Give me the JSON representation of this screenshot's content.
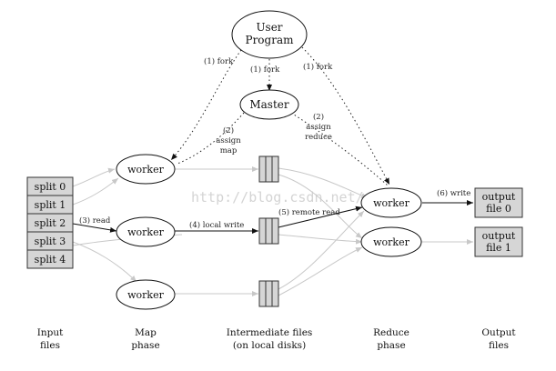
{
  "user_program": {
    "line1": "User",
    "line2": "Program"
  },
  "master": {
    "label": "Master"
  },
  "workers": {
    "map_top": "worker",
    "map_mid": "worker",
    "map_bot": "worker",
    "reduce_top": "worker",
    "reduce_bot": "worker"
  },
  "splits": [
    "split 0",
    "split 1",
    "split 2",
    "split 3",
    "split 4"
  ],
  "outputs": [
    {
      "line1": "output",
      "line2": "file 0"
    },
    {
      "line1": "output",
      "line2": "file 1"
    }
  ],
  "edge_labels": {
    "fork_left": "(1) fork",
    "fork_mid": "(1) fork",
    "fork_right": "(1) fork",
    "assign_map": {
      "l1": "(2)",
      "l2": "assign",
      "l3": "map"
    },
    "assign_reduce": {
      "l1": "(2)",
      "l2": "assign",
      "l3": "reduce"
    },
    "read": "(3) read",
    "local_write": "(4) local write",
    "remote_read": "(5) remote read",
    "write": "(6) write"
  },
  "phases": {
    "input": {
      "l1": "Input",
      "l2": "files"
    },
    "map": {
      "l1": "Map",
      "l2": "phase"
    },
    "intermediate": {
      "l1": "Intermediate files",
      "l2": "(on local disks)"
    },
    "reduce": {
      "l1": "Reduce",
      "l2": "phase"
    },
    "output": {
      "l1": "Output",
      "l2": "files"
    }
  },
  "watermark": "http://blog.csdn.net/",
  "colors": {
    "box_fill": "#d6d6d6",
    "line_dark": "#111111",
    "line_light": "#c8c8c8",
    "watermark": "#d4d4d4"
  }
}
